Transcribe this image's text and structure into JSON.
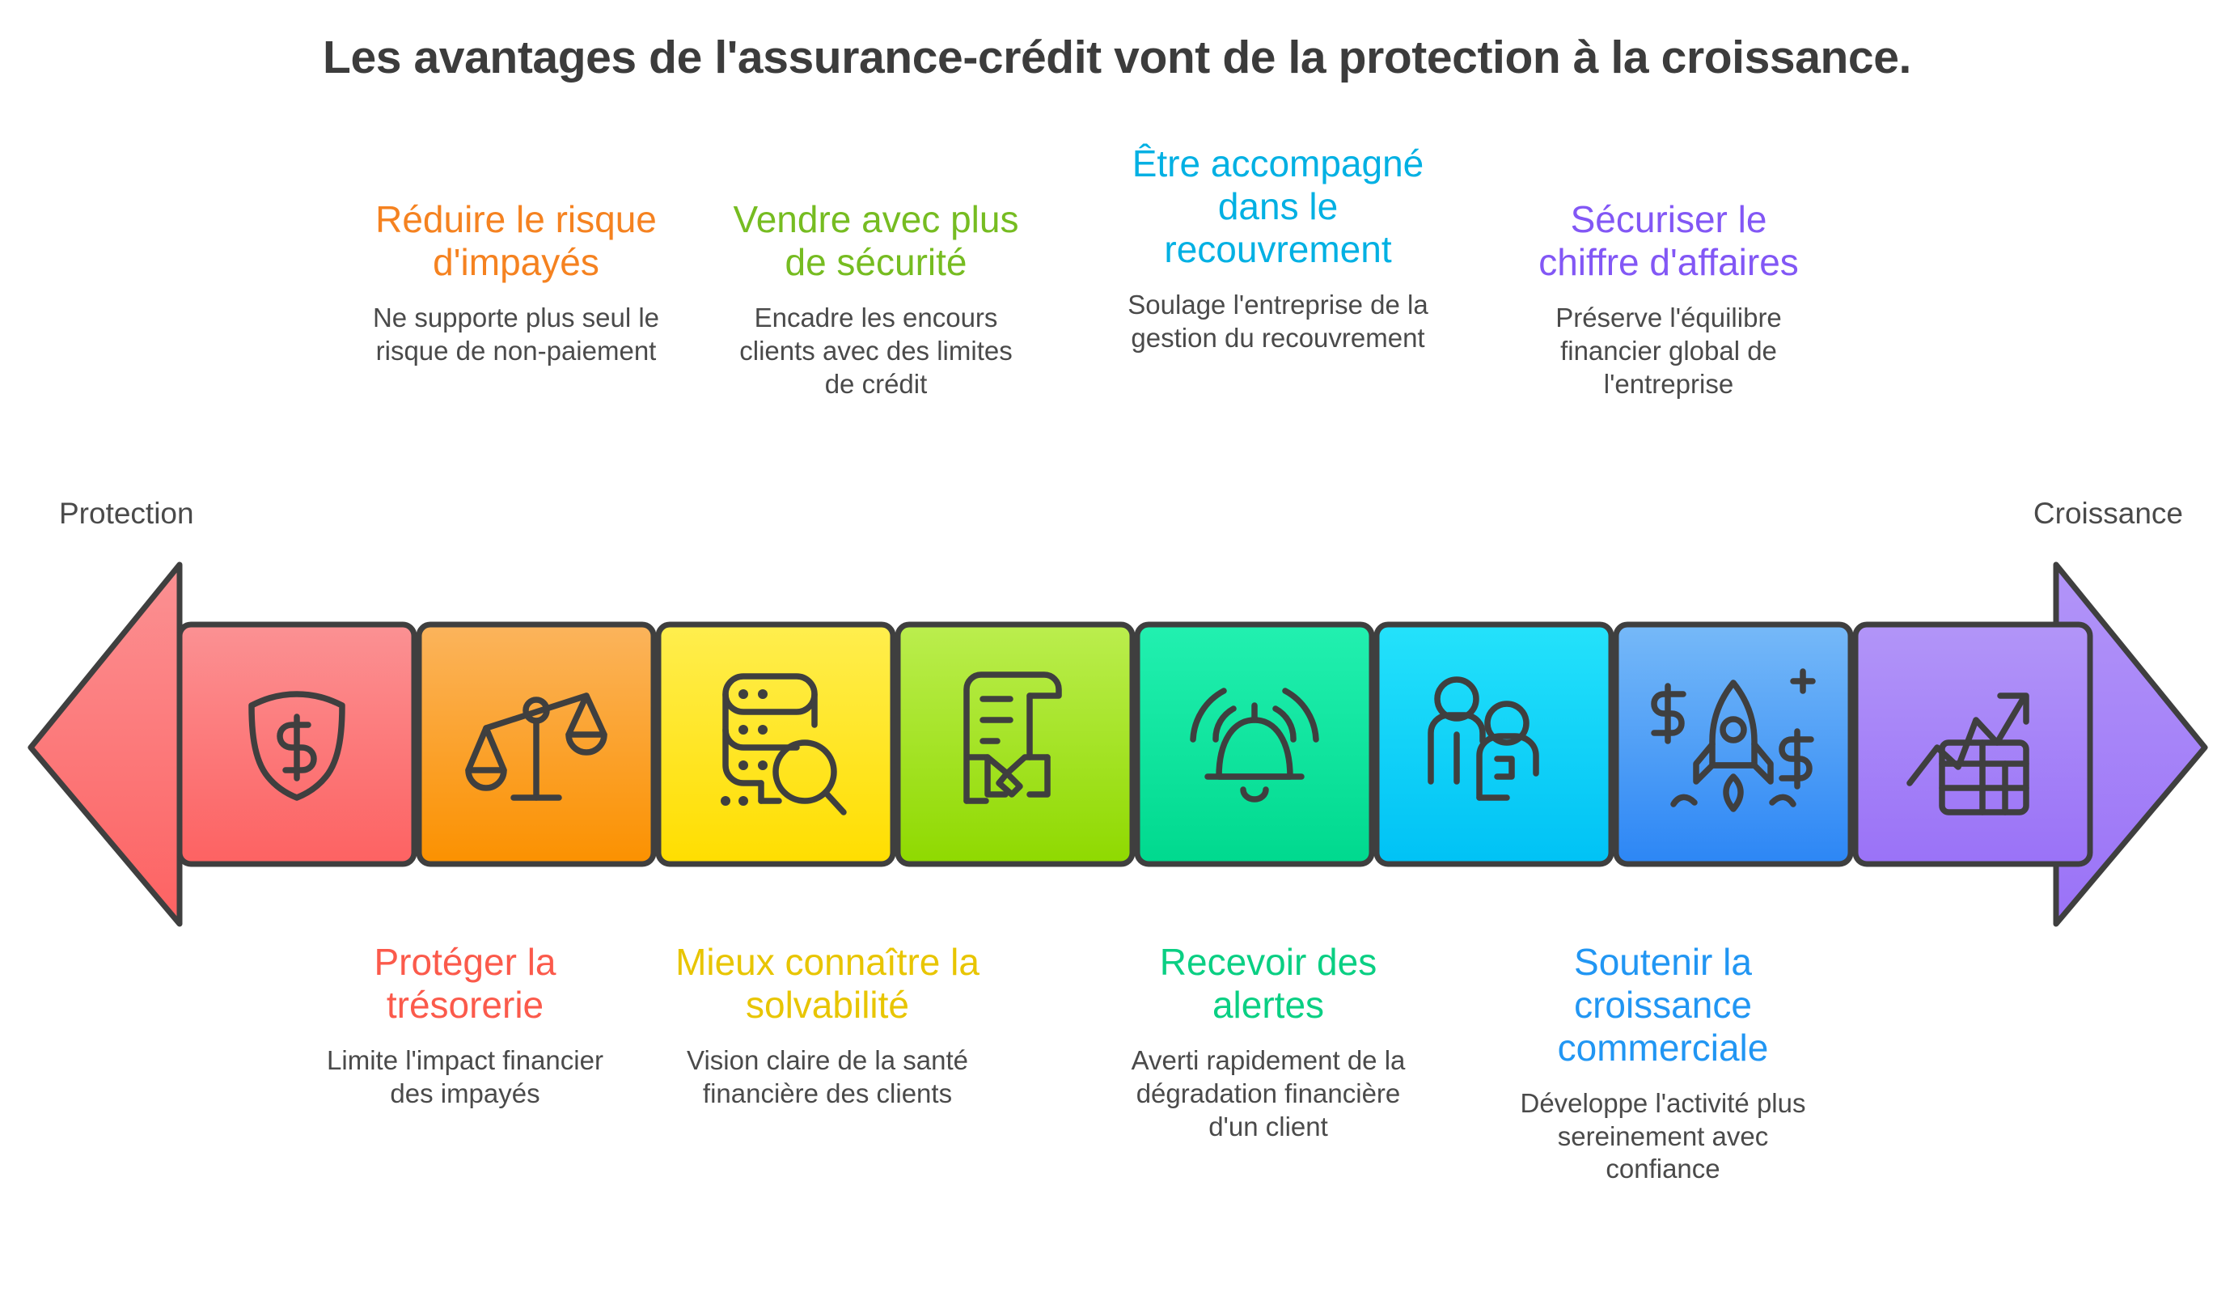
{
  "title": "Les avantages de l'assurance-crédit vont de la protection à la croissance.",
  "axis": {
    "left_label": "Protection",
    "right_label": "Croissance"
  },
  "colors": {
    "title": "#3c3c3c",
    "body_text": "#4a4a4a",
    "orange": "#F58220",
    "green": "#76BC21",
    "cyan": "#00B0E3",
    "violet": "#8257F5",
    "red": "#FB5A4B",
    "gold": "#E8C500",
    "emerald": "#0ACF83",
    "blue": "#2196F3"
  },
  "callouts_top": [
    {
      "heading": "Réduire le risque d'impayés",
      "description": "Ne supporte plus seul le risque de non-paiement",
      "color": "#F58220"
    },
    {
      "heading": "Vendre avec plus de sécurité",
      "description": "Encadre les encours clients avec des limites de crédit",
      "color": "#76BC21"
    },
    {
      "heading": "Être accompagné dans le recouvrement",
      "description": "Soulage l'entreprise de la gestion du recouvrement",
      "color": "#00B0E3"
    },
    {
      "heading": "Sécuriser le chiffre d'affaires",
      "description": "Préserve l'équilibre financier global de l'entreprise",
      "color": "#8257F5"
    }
  ],
  "callouts_bottom": [
    {
      "heading": "Protéger la trésorerie",
      "description": "Limite l'impact financier des impayés",
      "color": "#FB5A4B"
    },
    {
      "heading": "Mieux connaître la solvabilité",
      "description": "Vision claire de la santé financière des clients",
      "color": "#E8C500"
    },
    {
      "heading": "Recevoir des alertes",
      "description": "Averti rapidement de la dégradation financière d'un client",
      "color": "#0ACF83"
    },
    {
      "heading": "Soutenir la croissance commerciale",
      "description": "Développe l'activité plus sereinement avec confiance",
      "color": "#2196F3"
    }
  ],
  "segments": [
    {
      "icon": "shield-dollar-icon",
      "color_top": "#FB9193",
      "color_bottom": "#FD6262"
    },
    {
      "icon": "unbalanced-scales-icon",
      "color_top": "#FBB45C",
      "color_bottom": "#FB9100"
    },
    {
      "icon": "database-search-icon",
      "color_top": "#FFEE4E",
      "color_bottom": "#FFDE00"
    },
    {
      "icon": "contract-handshake-icon",
      "color_top": "#BBEE4E",
      "color_bottom": "#8FD900"
    },
    {
      "icon": "alert-bell-icon",
      "color_top": "#22F0B0",
      "color_bottom": "#00D98E"
    },
    {
      "icon": "support-people-icon",
      "color_top": "#24E2FB",
      "color_bottom": "#00C2F5"
    },
    {
      "icon": "rocket-money-icon",
      "color_top": "#76B9F8",
      "color_bottom": "#2C86F5"
    },
    {
      "icon": "growth-chart-icon",
      "color_top": "#B295F8",
      "color_bottom": "#9A72F7"
    }
  ],
  "arrowheads": {
    "left": {
      "name": "left-arrowhead",
      "color_top": "#FB9193",
      "color_bottom": "#FD6262"
    },
    "right": {
      "name": "right-arrowhead",
      "color_top": "#B295F8",
      "color_bottom": "#9A72F7"
    }
  }
}
